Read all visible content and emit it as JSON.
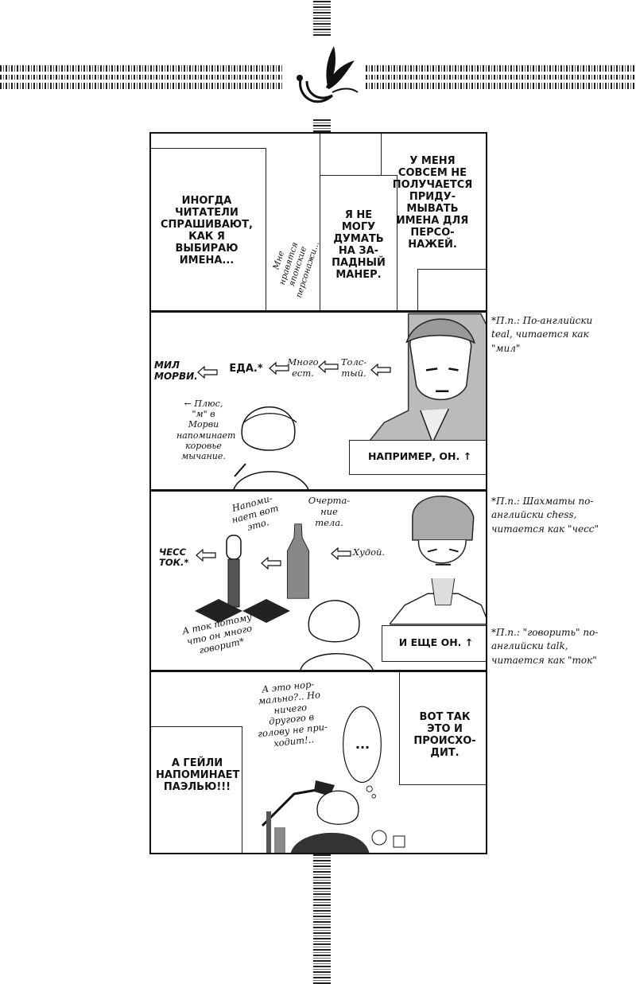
{
  "panel1": {
    "box_left": "ИНОГДА ЧИТАТЕЛИ СПРАШИВАЮТ, КАК Я ВЫБИРАЮ ИМЕНА...",
    "small": "Мне нравятся японские персонажи...",
    "box_mid": "Я НЕ МОГУ ДУМАТЬ НА ЗА- ПАДНЫЙ МАНЕР.",
    "box_right": "У МЕНЯ СОВСЕМ НЕ ПОЛУЧАЕТСЯ ПРИДУ- МЫВАТЬ ИМЕНА ДЛЯ ПЕРСО- НАЖЕЙ."
  },
  "panel2": {
    "chain": [
      "МИЛ МОРВИ.",
      "ЕДА.*",
      "Много ест.",
      "Толс- тый."
    ],
    "note": "← Плюс, \"м\" в Морви напоминает коровье мычание.",
    "caption": "НАПРИМЕР, ОН. ↑"
  },
  "panel3": {
    "chain": [
      "ЧЕСС ТОК.*",
      "Очерта- ние тела.",
      "Худой."
    ],
    "reminds": "Напоми- нает вот это.",
    "note": "А ток потому что он много говорит*",
    "caption": "И ЕЩЕ ОН. ↑"
  },
  "panel4": {
    "thought": "А это нор- мально?.. Но ничего другого в голову не при- ходит!..",
    "bubble": "...",
    "box_left": "А ГЕЙЛИ НАПОМИНАЕТ ПАЭЛЬЮ!!!",
    "box_right": "ВОТ ТАК ЭТО И ПРОИСХО- ДИТ."
  },
  "notes": {
    "n1": "*П.п.: По-английски teal, читается как \"мил\"",
    "n2": "*П.п.: Шахматы по-английски chess, читается как \"чесс\"",
    "n3": "*П.п.: \"говорить\" по-английски talk, читается как \"ток\""
  }
}
